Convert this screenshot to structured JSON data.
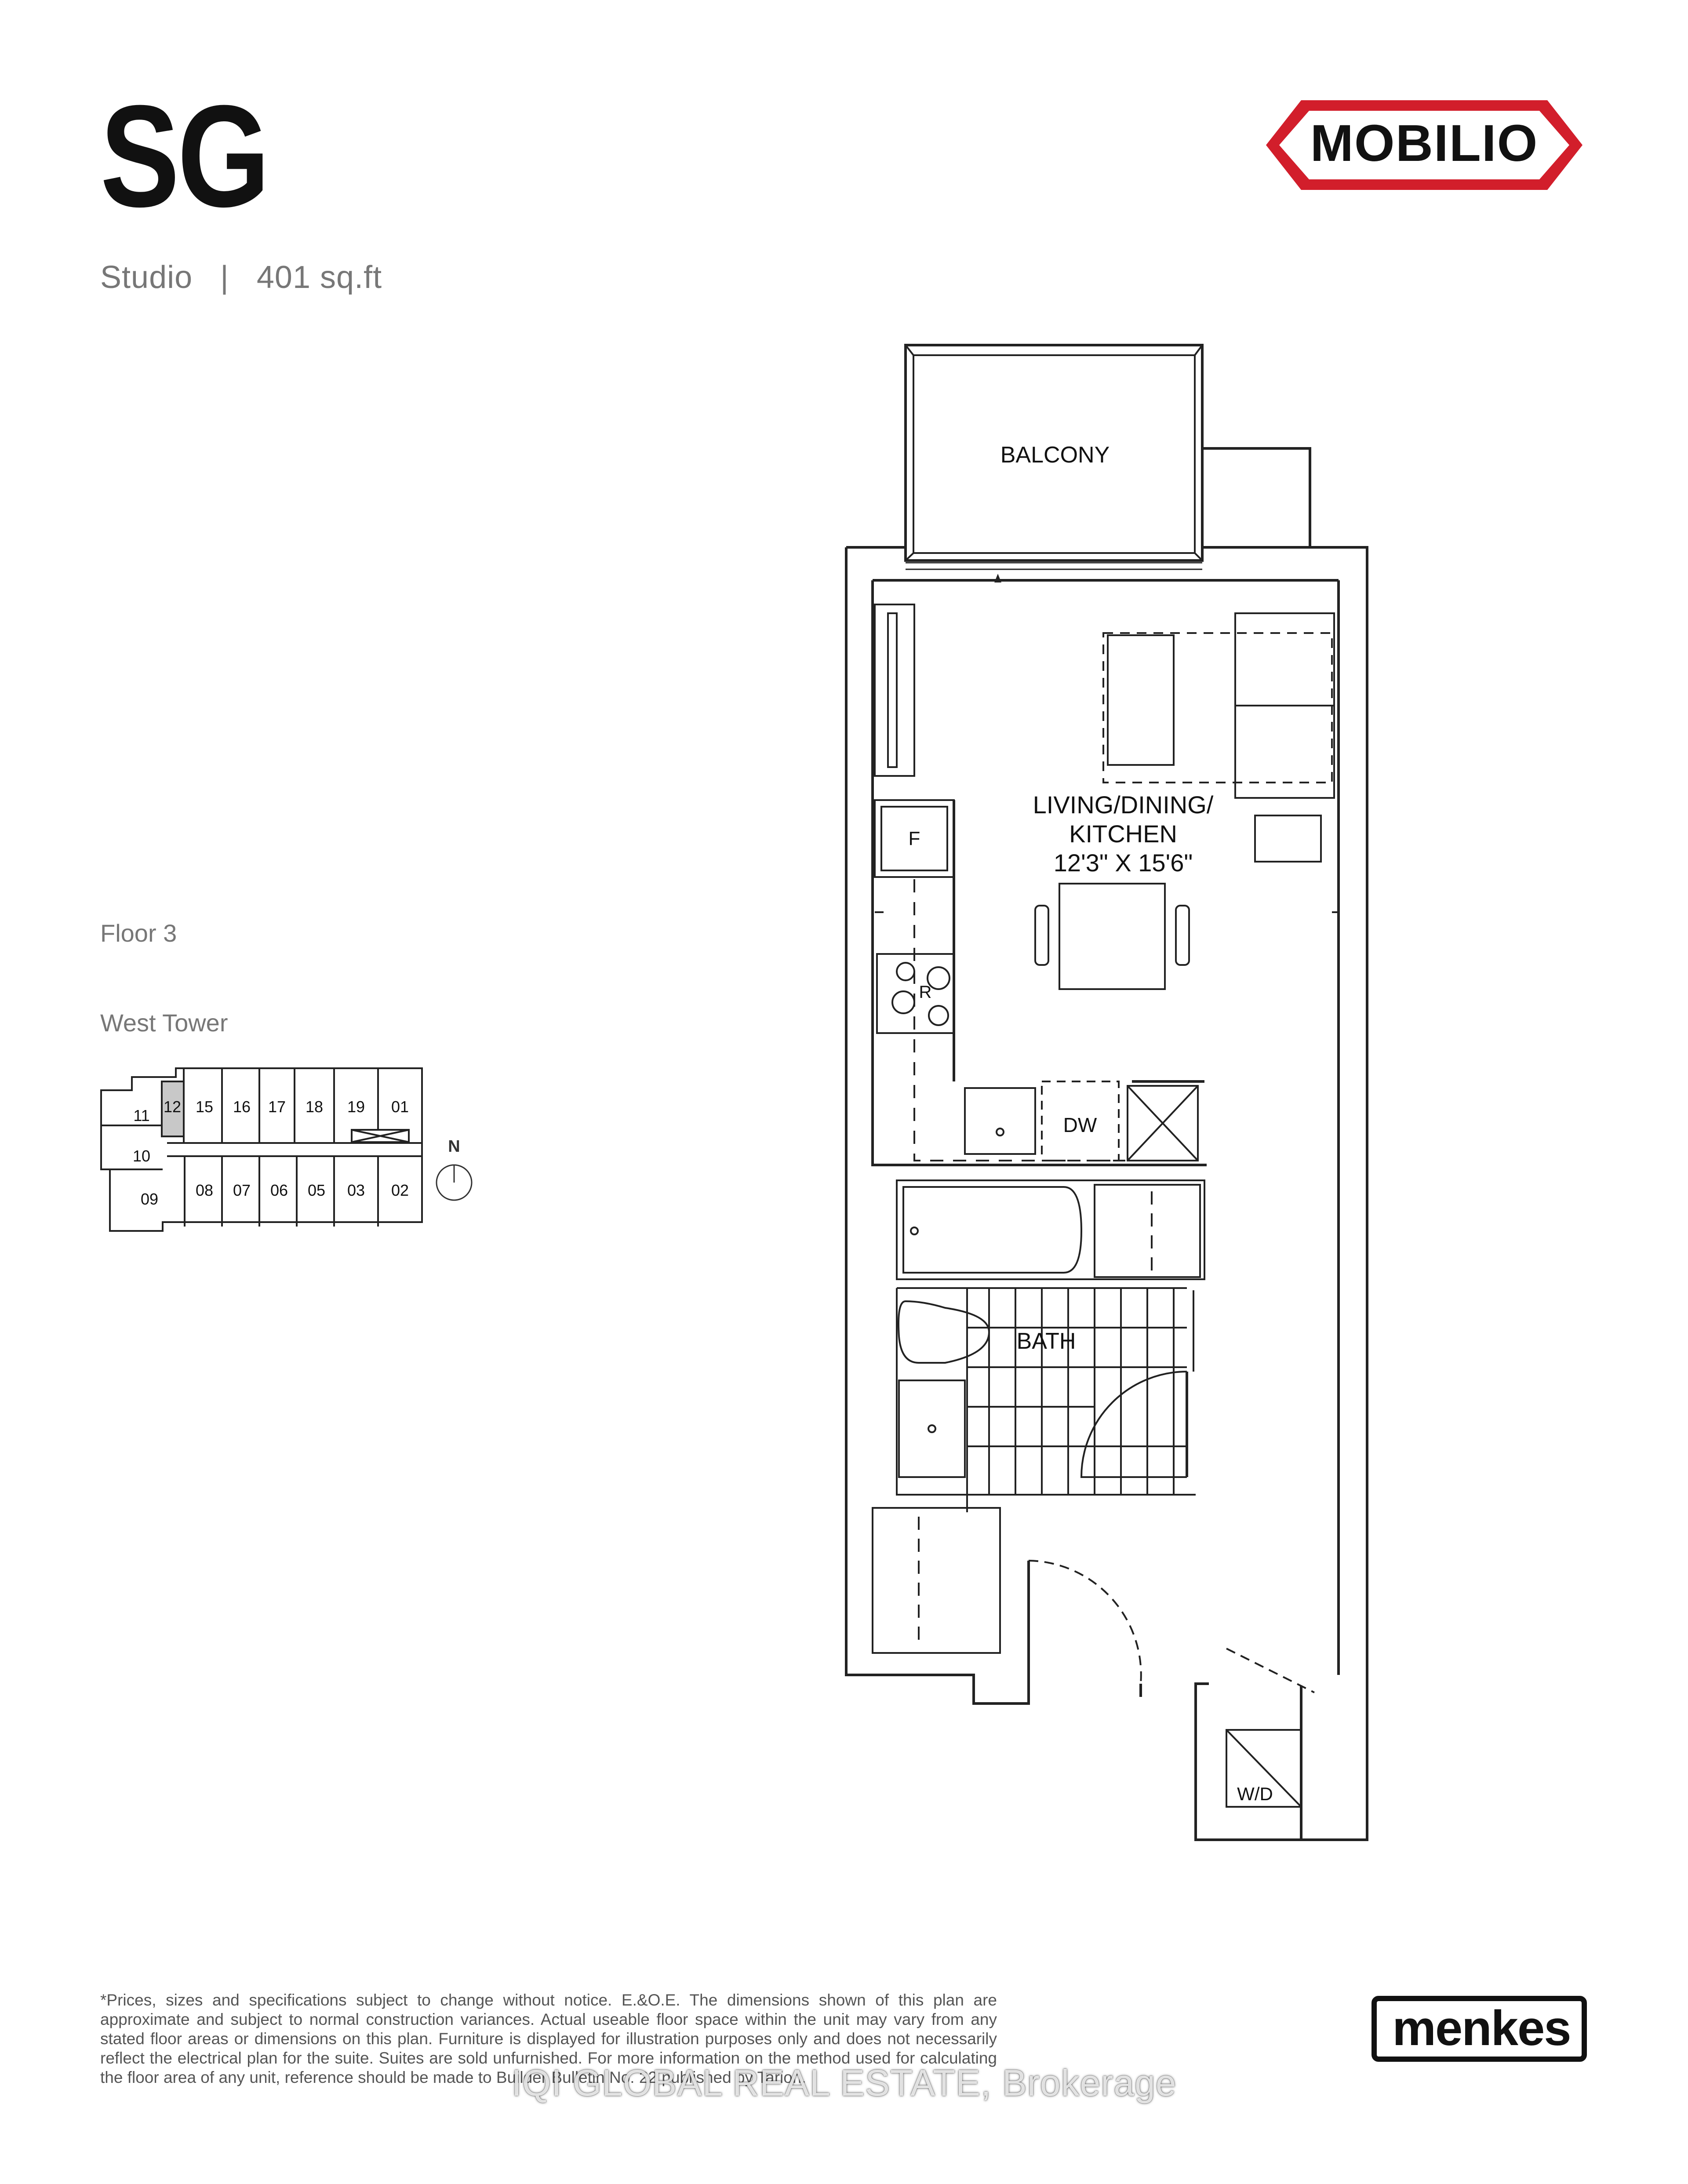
{
  "header": {
    "unit_name": "SG",
    "unit_type": "Studio",
    "separator": "|",
    "area": "401 sq.ft"
  },
  "brand": {
    "logo_text": "MOBILIO",
    "accent_color": "#d21e2b",
    "developer_logo_text": "menkes"
  },
  "keyplan": {
    "floor_label": "Floor 3",
    "tower_label": "West Tower",
    "north_label": "N",
    "highlighted_unit": "12",
    "top_units": [
      "12",
      "15",
      "16",
      "17",
      "18",
      "19",
      "01"
    ],
    "bottom_units": [
      "08",
      "07",
      "06",
      "05",
      "03",
      "02"
    ],
    "left_units": [
      "11",
      "10",
      "09"
    ]
  },
  "floorplan": {
    "balcony_label": "BALCONY",
    "living_label_line1": "LIVING/DINING/",
    "living_label_line2": "KITCHEN",
    "living_dimensions": "12'3\" X 15'6\"",
    "fridge_label": "F",
    "range_label": "R",
    "dishwasher_label": "DW",
    "bath_label": "BATH",
    "washer_dryer_label": "W/D"
  },
  "footer": {
    "disclaimer": "*Prices, sizes and specifications subject to change without notice. E.&O.E. The dimensions shown of this plan are approximate and subject to normal construction variances. Actual useable floor space within the unit may vary from any stated floor areas or dimensions on this plan. Furniture is displayed for illustration purposes only and does not necessarily reflect the electrical plan for the suite. Suites are sold unfurnished. For more information on the method used for calculating the floor area of any unit, reference should be made to Builder Bulletin No. 22 published by Tarion.",
    "watermark": "IQI GLOBAL REAL ESTATE, Brokerage"
  }
}
